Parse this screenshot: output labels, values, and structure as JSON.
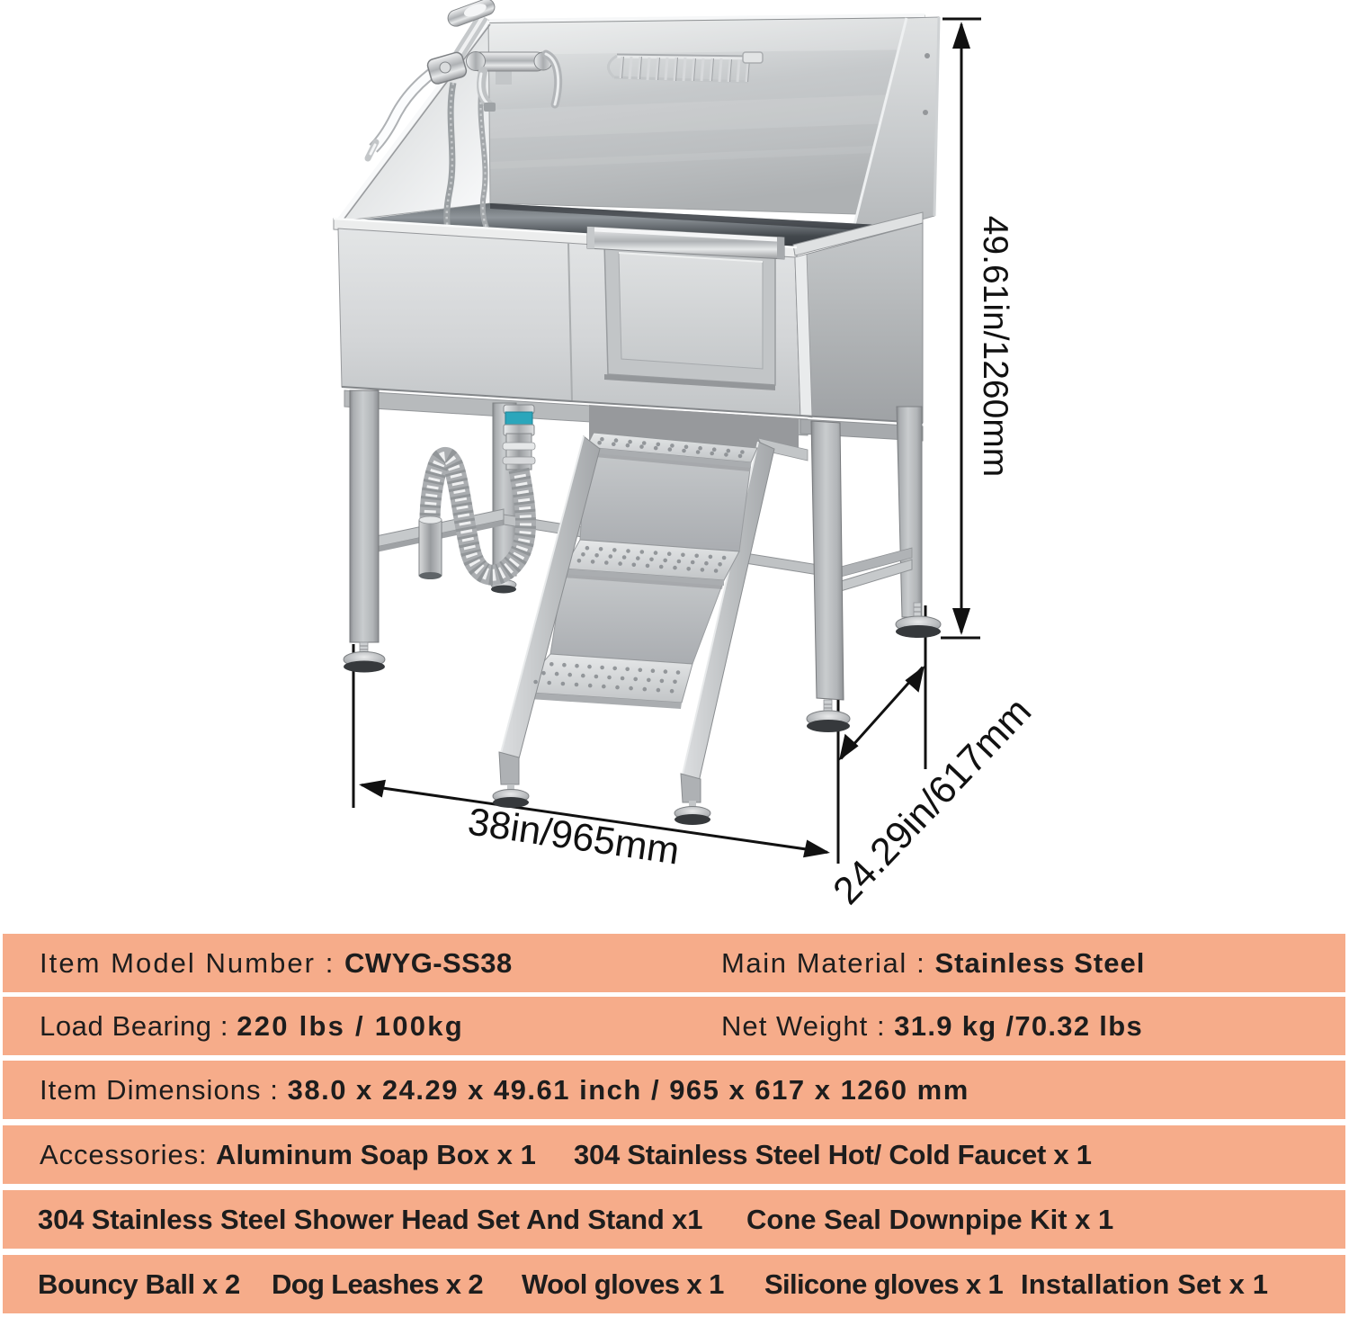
{
  "figure": {
    "type": "product-dimension-diagram",
    "subject": "stainless-steel dog grooming tub with faucet, hand sprayer, drain kit and three-step perforated stairs",
    "dimension_labels": {
      "height": "49.61in/1260mm",
      "width": "38in/965mm",
      "depth": "24.29in/617mm"
    },
    "colors": {
      "annotation": "#111111",
      "steel_light": "#e8eaeb",
      "steel_dark": "#9aa0a4",
      "drain_connector_teal": "#2ba6bb"
    }
  },
  "spec_table": {
    "bar_color": "#F6AC8A",
    "text_color": "#1d1d1d",
    "rows": [
      {
        "cells": [
          {
            "label": "Item Model Number : ",
            "value": "CWYG-SS38"
          },
          {
            "label": "Main Material : ",
            "value": "Stainless Steel"
          }
        ]
      },
      {
        "cells": [
          {
            "label": "Load Bearing : ",
            "value": "220 lbs / 100kg"
          },
          {
            "label": "Net Weight : ",
            "value": "31.9 kg /70.32 lbs"
          }
        ]
      },
      {
        "cells": [
          {
            "label": "Item Dimensions : ",
            "value": "38.0 x 24.29 x 49.61 inch / 965 x 617 x 1260 mm"
          }
        ]
      },
      {
        "cells": [
          {
            "label": "Accessories: ",
            "value": "Aluminum Soap Box x 1"
          },
          {
            "label": "",
            "value": "304 Stainless Steel Hot/ Cold Faucet x 1"
          }
        ]
      },
      {
        "cells": [
          {
            "label": "",
            "value": "304 Stainless Steel Shower Head Set And Stand x1"
          },
          {
            "label": "",
            "value": "Cone Seal Downpipe Kit x 1"
          }
        ]
      },
      {
        "cells": [
          {
            "label": "",
            "value": "Bouncy Ball x 2"
          },
          {
            "label": "",
            "value": "Dog Leashes x 2"
          },
          {
            "label": "",
            "value": "Wool gloves x 1"
          },
          {
            "label": "",
            "value": "Silicone gloves x 1"
          },
          {
            "label": "",
            "value": "Installation Set x 1"
          }
        ]
      }
    ]
  }
}
